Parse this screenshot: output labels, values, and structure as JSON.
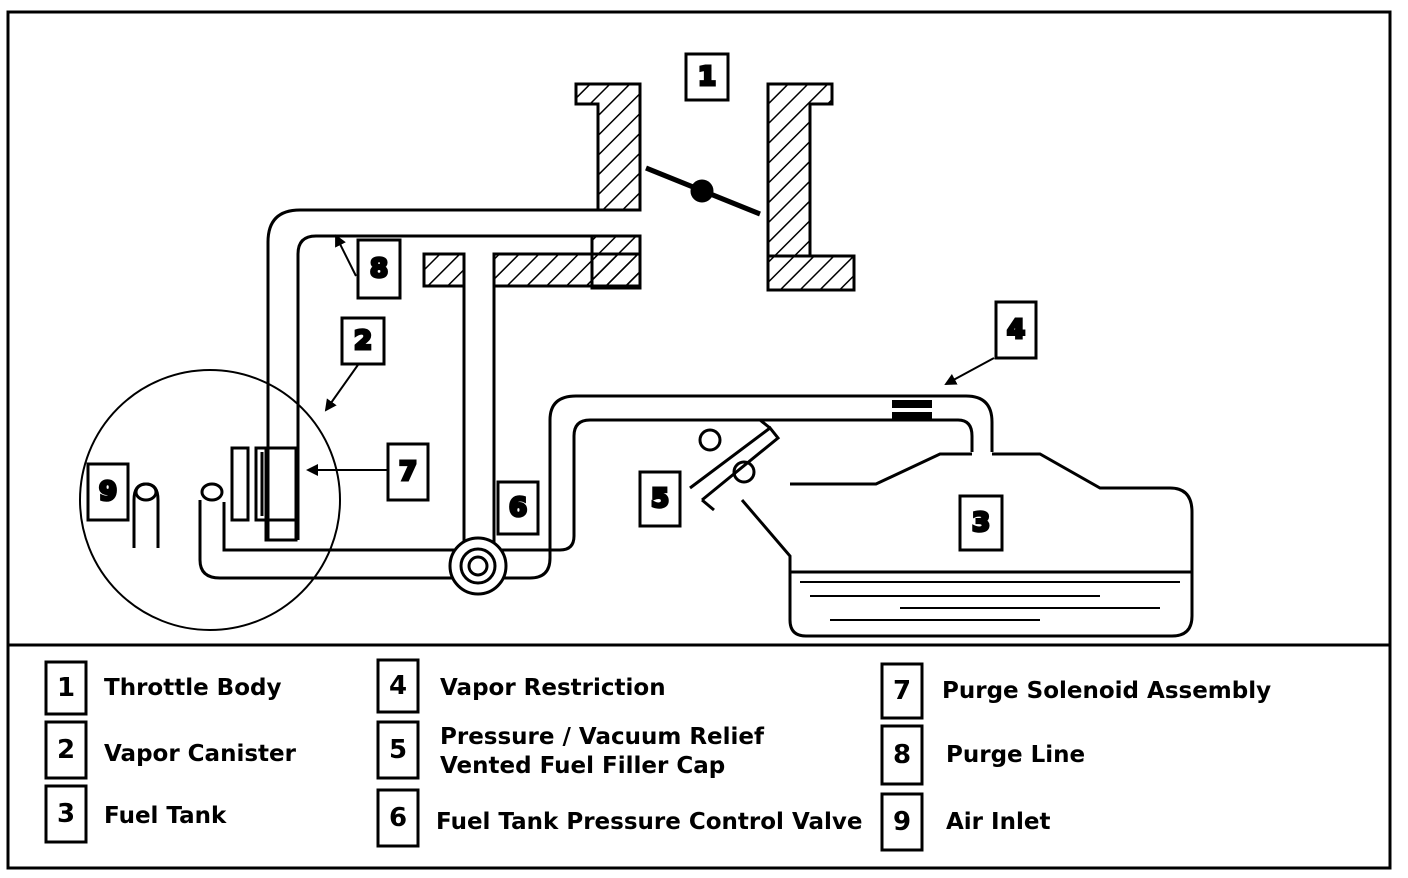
{
  "diagram": {
    "callouts": [
      {
        "id": "callout-1",
        "number": "1"
      },
      {
        "id": "callout-2",
        "number": "2"
      },
      {
        "id": "callout-3",
        "number": "3"
      },
      {
        "id": "callout-4",
        "number": "4"
      },
      {
        "id": "callout-5",
        "number": "5"
      },
      {
        "id": "callout-6",
        "number": "6"
      },
      {
        "id": "callout-7",
        "number": "7"
      },
      {
        "id": "callout-8",
        "number": "8"
      },
      {
        "id": "callout-9",
        "number": "9"
      }
    ]
  },
  "legend": {
    "items": [
      {
        "number": "1",
        "label": "Throttle Body"
      },
      {
        "number": "2",
        "label": "Vapor Canister"
      },
      {
        "number": "3",
        "label": "Fuel Tank"
      },
      {
        "number": "4",
        "label": "Vapor Restriction"
      },
      {
        "number": "5",
        "label_line1": "Pressure / Vacuum Relief",
        "label_line2": "Vented Fuel Filler Cap"
      },
      {
        "number": "6",
        "label": "Fuel Tank Pressure Control Valve"
      },
      {
        "number": "7",
        "label": "Purge Solenoid Assembly"
      },
      {
        "number": "8",
        "label": "Purge Line"
      },
      {
        "number": "9",
        "label": "Air Inlet"
      }
    ]
  }
}
